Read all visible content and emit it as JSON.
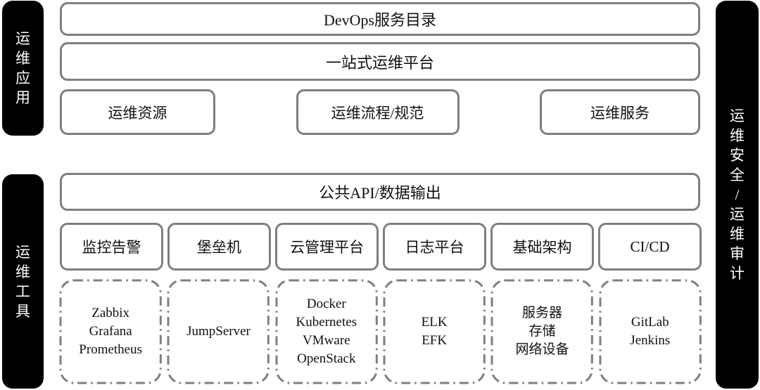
{
  "colors": {
    "background": "#ffffff",
    "bar_bg": "#000000",
    "bar_text": "#ffffff",
    "box_border": "#7f7f7f",
    "text": "#111111"
  },
  "side_bars": {
    "left_top_label": "运维应用",
    "left_bottom_label": "运维工具",
    "right_label": "运维安全/运维审计"
  },
  "app_section": {
    "service_catalog_label": "DevOps服务目录",
    "platform_label": "一站式运维平台",
    "sub_boxes": [
      "运维资源",
      "运维流程/规范",
      "运维服务"
    ]
  },
  "tools_section": {
    "api_label": "公共API/数据输出",
    "categories": [
      "监控告警",
      "堡垒机",
      "云管理平台",
      "日志平台",
      "基础架构",
      "CI/CD"
    ],
    "tool_groups": [
      [
        "Zabbix",
        "Grafana",
        "Prometheus"
      ],
      [
        "JumpServer"
      ],
      [
        "Docker",
        "Kubernetes",
        "VMware",
        "OpenStack"
      ],
      [
        "ELK",
        "EFK"
      ],
      [
        "服务器",
        "存储",
        "网络设备"
      ],
      [
        "GitLab",
        "Jenkins"
      ]
    ]
  }
}
